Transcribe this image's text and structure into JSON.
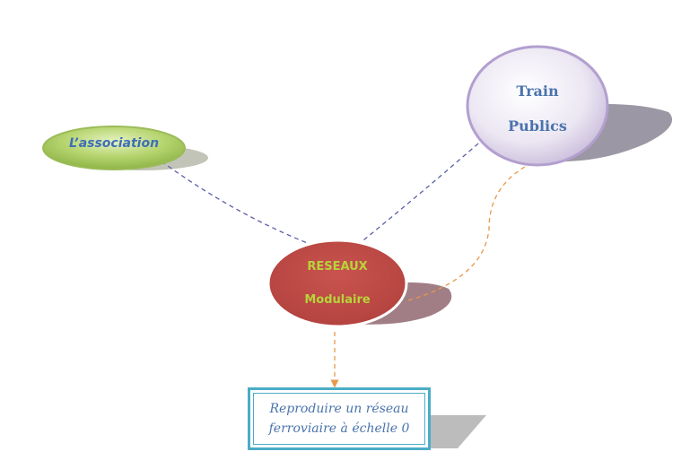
{
  "nodes": {
    "association": {
      "label": "L’association",
      "color": "#9bbb59"
    },
    "train_publics": {
      "line1": "Train",
      "line2": "Publics",
      "color": "#e6e0ee"
    },
    "reseaux_modulaire": {
      "line1": "RESEAUX",
      "line2": "Modulaire",
      "color": "#c0504d"
    },
    "goal_box": {
      "line1": "Reproduire un réseau",
      "line2": "ferroviaire à échelle 0",
      "color": "#4bacc6"
    }
  },
  "connectors": {
    "blue_dashed_color": "#5b5fa8",
    "orange_dashed_color": "#e9974a"
  }
}
